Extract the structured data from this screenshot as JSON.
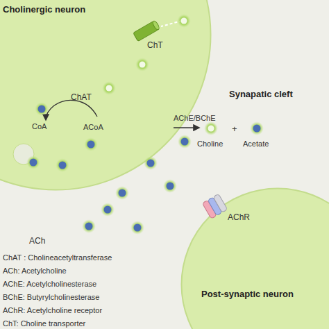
{
  "diagram": {
    "nodes": [
      {
        "text": [
          "Cholinergic neuron"
        ]
      },
      {
        "text": [
          "Post-synaptic neuron"
        ]
      }
    ],
    "labels": [
      "ChT",
      "ChAT",
      "CoA",
      "ACoA",
      "Synapatic cleft",
      "AChE/BChE",
      "Choline",
      "+",
      "Acetate",
      "ACh",
      "AChR",
      "ChAT : Cholineacetyltransferase",
      "ACh: Acetylcholine",
      "AChE: Acetylcholinesterase",
      "BChE: Butyrylcholinesterase",
      "AChR: Acetylcholine receptor",
      "ChT: Choline transporter"
    ]
  }
}
